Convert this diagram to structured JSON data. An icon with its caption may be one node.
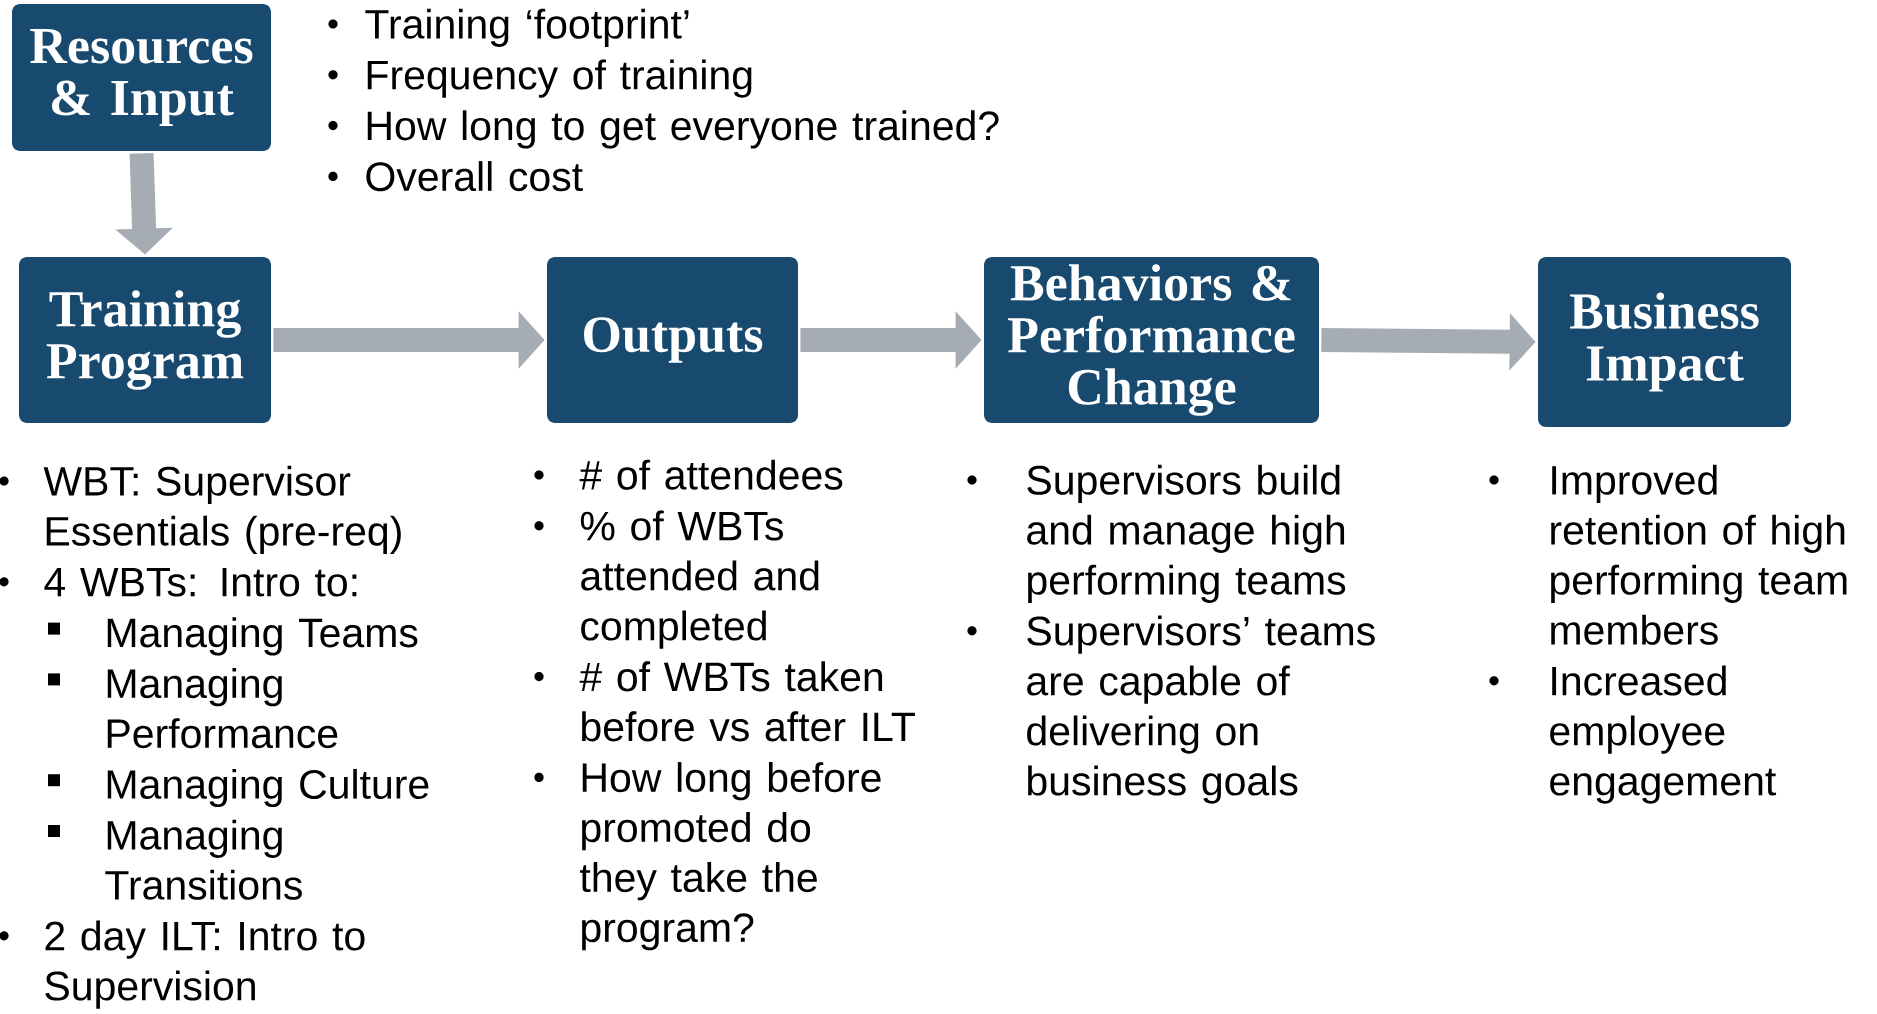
{
  "diagram": {
    "nodes": [
      {
        "text": [
          "Resources & Input"
        ],
        "beside": [
          "Training ‘footprint’",
          "Frequency of training",
          "How long to get everyone trained?",
          "Overall cost"
        ]
      },
      {
        "text": [
          "Training Program"
        ],
        "beside": [
          "WBT: Supervisor Essentials (pre-req)",
          "4 WBTs: Intro to:",
          "Managing Teams",
          "Managing Performance",
          "Managing Culture",
          "Managing Transitions",
          "2 day ILT: Intro to Supervision"
        ]
      },
      {
        "text": [
          "Outputs"
        ],
        "beside": [
          "# of attendees",
          "% of WBTs attended and completed",
          "# of WBTs taken before vs after ILT",
          "How long before promoted do they take the program?"
        ]
      },
      {
        "text": [
          "Behaviors & Performance Change"
        ],
        "beside": [
          "Supervisors build and manage high performing teams",
          "Supervisors’ teams are capable of delivering on business goals"
        ]
      },
      {
        "text": [
          "Business Impact"
        ],
        "beside": [
          "Improved retention of high performing team members",
          "Increased employee engagement"
        ]
      }
    ],
    "edges": [
      {
        "from": 0,
        "to": 1,
        "arrow": "to"
      },
      {
        "from": 1,
        "to": 2,
        "arrow": "to"
      },
      {
        "from": 2,
        "to": 3,
        "arrow": "to"
      },
      {
        "from": 3,
        "to": 4,
        "arrow": "to"
      }
    ]
  }
}
